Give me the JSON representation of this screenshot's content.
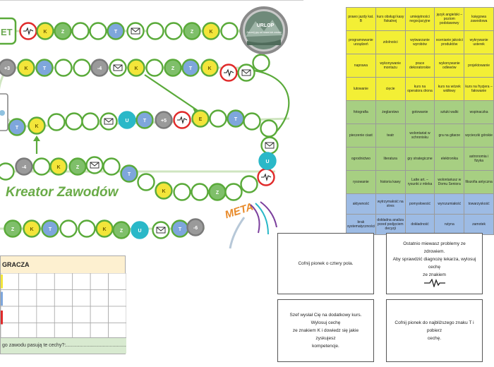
{
  "board": {
    "title": "Kreator Zawodów",
    "meta_label": "META",
    "start_fragment": "ET",
    "photo_caption": "URLOP",
    "photo_subcaption": "Zacznij grę od nowa lub zostań",
    "token_labels": {
      "k": "K",
      "t": "T",
      "z": "Z",
      "u": "U",
      "e": "E",
      "plus3": "+3",
      "plus5": "+5",
      "minus4": "-4",
      "minus6": "-6"
    },
    "colors": {
      "green": "#5aaa3a",
      "yellow": "#f3e53a",
      "blue": "#7ea6dc",
      "grey": "#9a9a9a",
      "teal": "#2ab8c8",
      "red": "#e02a2a",
      "purple": "#7b3f9d",
      "orange": "#e88a2a"
    }
  },
  "trait_cards": {
    "rows": [
      {
        "tone": "yellow",
        "cells": [
          "prawo jazdy kat. B",
          "kurs obsługi kasy fiskalnej",
          "umiejętności negocjacyjne",
          "język angielski – poziom podstawowy",
          "księgowa zawodowa"
        ]
      },
      {
        "tone": "yellow",
        "cells": [
          "programowanie urządzeń",
          "zdolności",
          "wytwarzanie wyrobów",
          "ocenianie jakości produktów",
          "wykrywanie usterek"
        ]
      },
      {
        "tone": "yellow",
        "cells": [
          "naprawa",
          "wykonywanie montażu",
          "prace dekoratorskie",
          "wykonywanie odlewów",
          "projektowanie"
        ]
      },
      {
        "tone": "yellow",
        "cells": [
          "lutowanie",
          "cięcie",
          "kurs na operatora drona",
          "kurs na wózek widłowy",
          "kurs na fryzjera – fałowanie"
        ]
      },
      {
        "tone": "green",
        "cells": [
          "fotografia",
          "żeglarstwo",
          "gotowanie",
          "sztuki walki",
          "wspinaczka"
        ]
      },
      {
        "tone": "green",
        "cells": [
          "pieczenie ciast",
          "teatr",
          "wolontariat w schronisku",
          "gra na gitarze",
          "wycieczki górskie"
        ]
      },
      {
        "tone": "green",
        "cells": [
          "ogrodnictwo",
          "literatura",
          "gry strategiczne",
          "elektronika",
          "astronomia i fizyka"
        ]
      },
      {
        "tone": "green",
        "cells": [
          "rysowanie",
          "historia kawy",
          "Latte art. – rysunki z mleka",
          "wolontariusz w Domu Seniora",
          "filozofia antyczna"
        ]
      },
      {
        "tone": "blue",
        "cells": [
          "aktywność",
          "wytrzymałość na stres",
          "pomysłowość",
          "wyrozumiałość",
          "towarzyskość"
        ]
      },
      {
        "tone": "blue",
        "cells": [
          "brak systematyczności",
          "dokładna analiza przed podjęciem decyzji",
          "dokładność",
          "rutyna",
          "zamotek"
        ]
      }
    ]
  },
  "player_sheet": {
    "title": "GRACZA",
    "question": "go zawodu pasują te cechy?:................................................"
  },
  "event_cards": [
    {
      "lines": [
        "Cofnij pionek o cztery pola."
      ],
      "icon": null
    },
    {
      "lines": [
        "Ostatnio miewasz problemy ze zdrowiem.",
        "Aby sprawdzić diagnozę lekarza, wylosuj cechę",
        "ze znakiem"
      ],
      "icon": "heartbeat-icon"
    },
    {
      "lines": [
        "Szef wysłał Cię na dodatkowy kurs. Wylosuj cechę",
        "ze znakiem K i dowiedz się jakie zyskujesz",
        "kompetencje."
      ],
      "icon": null
    },
    {
      "lines": [
        "Cofnij pionek do najbliższego znaku T i pobierz",
        "cechę."
      ],
      "icon": null
    }
  ]
}
